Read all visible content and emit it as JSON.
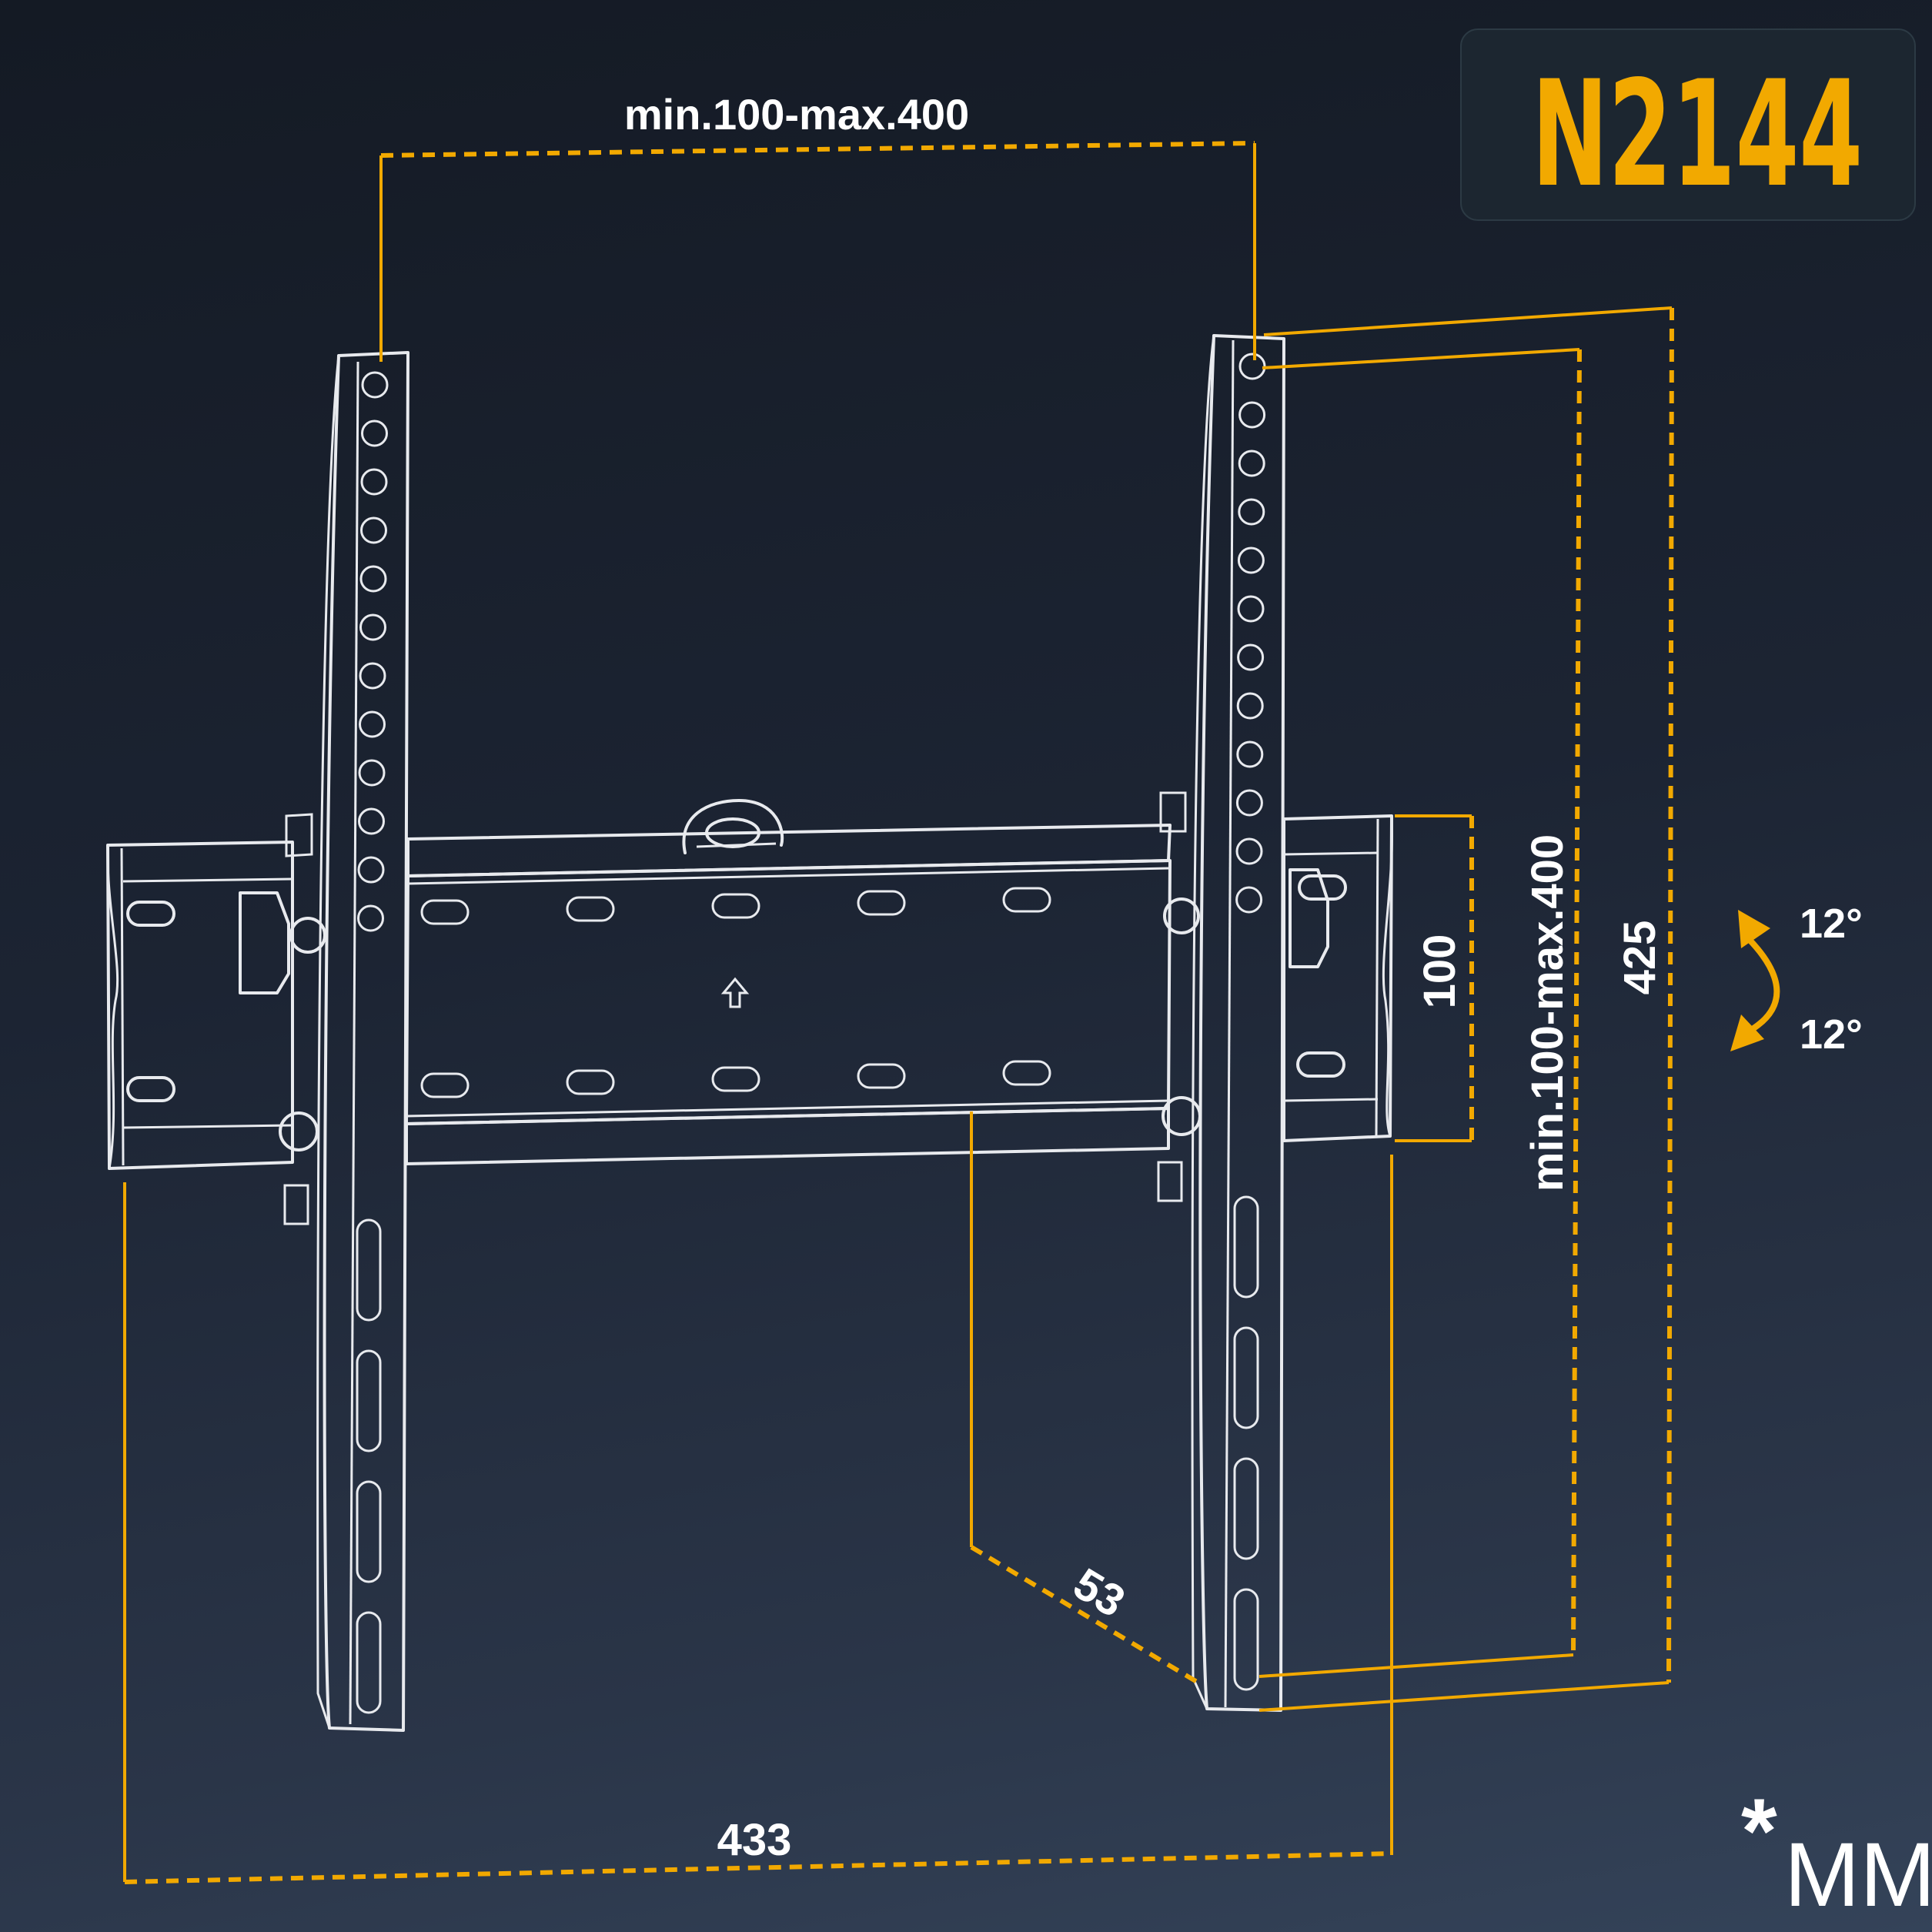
{
  "model": {
    "label": "N2144",
    "badge_bg": "#1c2630",
    "accent": "#f2a900"
  },
  "dimensions": {
    "top_width": "min.100-max.400",
    "height_vesa": "min.100-max.400",
    "height_total": "425",
    "plate_height": "100",
    "depth": "53",
    "width_total": "433"
  },
  "tilt": {
    "up": "12°",
    "down": "12°"
  },
  "units": {
    "star": "*",
    "label": "MM"
  },
  "icons": [
    "arrow-up-icon",
    "tilt-arrow-icon"
  ]
}
